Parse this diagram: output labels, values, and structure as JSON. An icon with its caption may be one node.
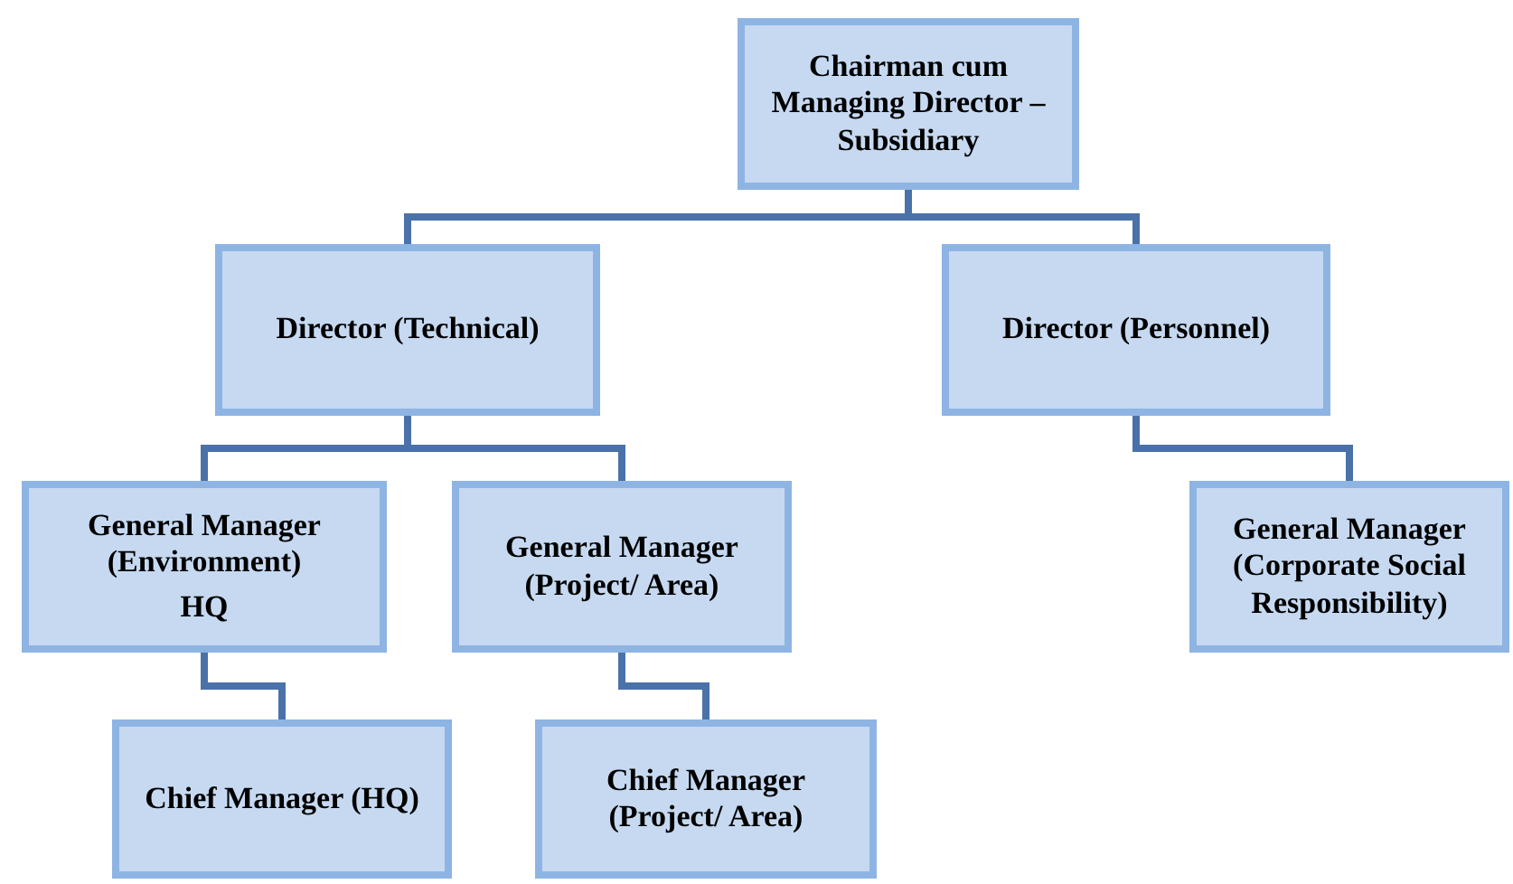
{
  "diagram": {
    "nodes": [
      {
        "text": [
          "Chairman cum Managing Director – Subsidiary"
        ]
      },
      {
        "text": [
          "Director (Technical)"
        ]
      },
      {
        "text": [
          "Director (Personnel)"
        ]
      },
      {
        "text": [
          "General Manager (Environment)",
          "HQ"
        ]
      },
      {
        "text": [
          "General Manager (Project/ Area)"
        ]
      },
      {
        "text": [
          "General Manager (Corporate Social Responsibility)"
        ]
      },
      {
        "text": [
          "Chief Manager (HQ)"
        ]
      },
      {
        "text": [
          "Chief Manager (Project/ Area)"
        ]
      }
    ],
    "edges": [
      {
        "from": 0,
        "to": 1,
        "arrow": "none"
      },
      {
        "from": 0,
        "to": 2,
        "arrow": "none"
      },
      {
        "from": 1,
        "to": 3,
        "arrow": "none"
      },
      {
        "from": 1,
        "to": 4,
        "arrow": "none"
      },
      {
        "from": 2,
        "to": 5,
        "arrow": "none"
      },
      {
        "from": 3,
        "to": 6,
        "arrow": "none"
      },
      {
        "from": 4,
        "to": 7,
        "arrow": "none"
      }
    ]
  }
}
